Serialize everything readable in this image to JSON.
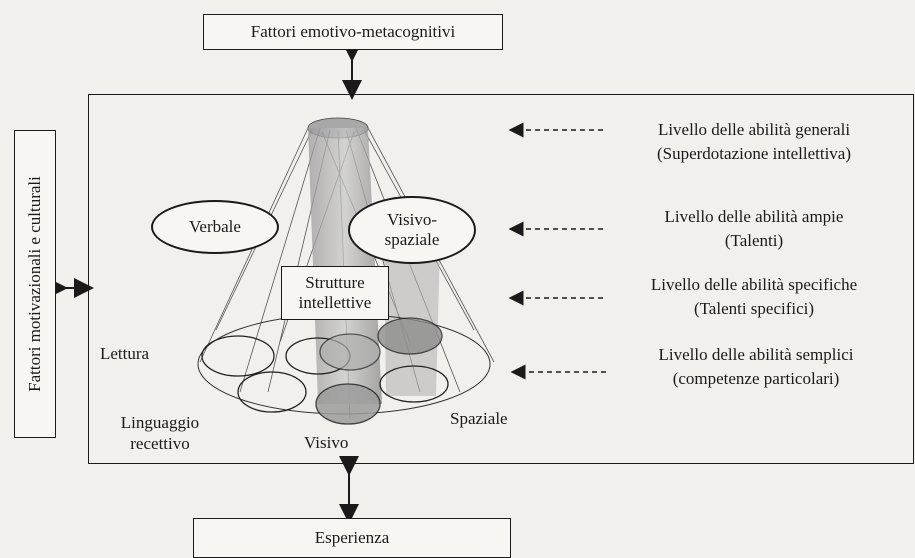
{
  "boxes": {
    "top": "Fattori emotivo-metacognitivi",
    "bottom": "Esperienza",
    "left": "Fattori motivazionali e culturali"
  },
  "ellipses": {
    "verbal": "Verbale",
    "visuo_spatial_line1": "Visivo-",
    "visuo_spatial_line2": "spaziale"
  },
  "core": {
    "line1": "Strutture",
    "line2": "intellettive"
  },
  "base_labels": {
    "reading": "Lettura",
    "receptive_line1": "Linguaggio",
    "receptive_line2": "recettivo",
    "visual": "Visivo",
    "spatial": "Spaziale"
  },
  "levels": [
    {
      "line1": "Livello delle abilità generali",
      "line2": "(Superdotazione intellettiva)"
    },
    {
      "line1": "Livello delle abilità ampie",
      "line2": "(Talenti)"
    },
    {
      "line1": "Livello delle abilità specifiche",
      "line2": "(Talenti specifici)"
    },
    {
      "line1": "Livello delle abilità semplici",
      "line2": "(competenze particolari)"
    }
  ]
}
